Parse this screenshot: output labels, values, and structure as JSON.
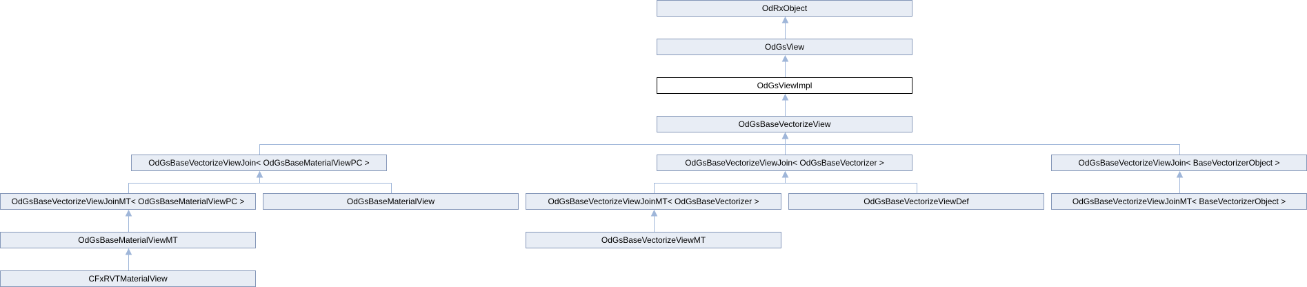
{
  "diagram": {
    "nodes": [
      {
        "id": "n_rxobject",
        "label": "OdRxObject",
        "current": false
      },
      {
        "id": "n_gsview",
        "label": "OdGsView",
        "current": false
      },
      {
        "id": "n_gsviewimpl",
        "label": "OdGsViewImpl",
        "current": true
      },
      {
        "id": "n_basevectorizeview",
        "label": "OdGsBaseVectorizeView",
        "current": false
      },
      {
        "id": "n_join_materialpc",
        "label": "OdGsBaseVectorizeViewJoin< OdGsBaseMaterialViewPC >",
        "current": false
      },
      {
        "id": "n_join_vectorizer",
        "label": "OdGsBaseVectorizeViewJoin< OdGsBaseVectorizer >",
        "current": false
      },
      {
        "id": "n_join_vecobject",
        "label": "OdGsBaseVectorizeViewJoin< BaseVectorizerObject >",
        "current": false
      },
      {
        "id": "n_joinmt_materialpc",
        "label": "OdGsBaseVectorizeViewJoinMT< OdGsBaseMaterialViewPC >",
        "current": false
      },
      {
        "id": "n_materialview",
        "label": "OdGsBaseMaterialView",
        "current": false
      },
      {
        "id": "n_joinmt_vectorizer",
        "label": "OdGsBaseVectorizeViewJoinMT< OdGsBaseVectorizer >",
        "current": false
      },
      {
        "id": "n_vectorizeviewdef",
        "label": "OdGsBaseVectorizeViewDef",
        "current": false
      },
      {
        "id": "n_joinmt_vecobject",
        "label": "OdGsBaseVectorizeViewJoinMT< BaseVectorizerObject >",
        "current": false
      },
      {
        "id": "n_materialviewmt",
        "label": "OdGsBaseMaterialViewMT",
        "current": false
      },
      {
        "id": "n_vectorizeviewmt",
        "label": "OdGsBaseVectorizeViewMT",
        "current": false
      },
      {
        "id": "n_cfxrvt",
        "label": "CFxRVTMaterialView",
        "current": false
      }
    ],
    "edges": [
      {
        "from": "n_gsview",
        "to": "n_rxobject"
      },
      {
        "from": "n_gsviewimpl",
        "to": "n_gsview"
      },
      {
        "from": "n_basevectorizeview",
        "to": "n_gsviewimpl"
      },
      {
        "from": "n_join_materialpc",
        "to": "n_basevectorizeview"
      },
      {
        "from": "n_join_vectorizer",
        "to": "n_basevectorizeview"
      },
      {
        "from": "n_join_vecobject",
        "to": "n_basevectorizeview"
      },
      {
        "from": "n_joinmt_materialpc",
        "to": "n_join_materialpc"
      },
      {
        "from": "n_materialview",
        "to": "n_join_materialpc"
      },
      {
        "from": "n_joinmt_vectorizer",
        "to": "n_join_vectorizer"
      },
      {
        "from": "n_vectorizeviewdef",
        "to": "n_join_vectorizer"
      },
      {
        "from": "n_joinmt_vecobject",
        "to": "n_join_vecobject"
      },
      {
        "from": "n_materialviewmt",
        "to": "n_joinmt_materialpc"
      },
      {
        "from": "n_vectorizeviewmt",
        "to": "n_joinmt_vectorizer"
      },
      {
        "from": "n_cfxrvt",
        "to": "n_materialviewmt"
      }
    ]
  },
  "colors": {
    "node_fill": "#e8edf5",
    "node_border": "#8496b8",
    "current_node_fill": "#ffffff",
    "current_node_border": "#000000",
    "edge": "#9fb6d9"
  }
}
